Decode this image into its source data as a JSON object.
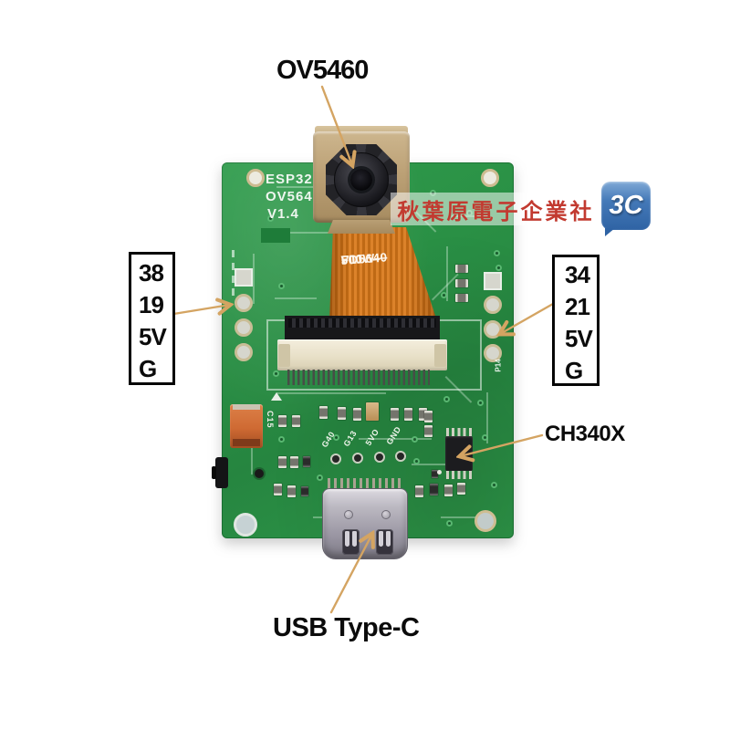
{
  "annotations": {
    "camera_label": "OV5460",
    "chip_label": "CH340X",
    "usb_label": "USB Type-C",
    "left_pinout": [
      "38",
      "19",
      "5V",
      "G"
    ],
    "right_pinout": [
      "34",
      "21",
      "5V",
      "G"
    ]
  },
  "board": {
    "silkscreen": {
      "line1": "ESP32",
      "line2": "OV564",
      "line3": "V1.4"
    },
    "flex_cable": [
      "FD5640",
      "500W—",
      "V11"
    ],
    "header_pins": [
      "G40",
      "G13",
      "5VO",
      "GND"
    ],
    "cap_ref": "C15",
    "edge_ref": "P14"
  },
  "watermark": {
    "text": "秋葉原電子企業社",
    "badge": "3C"
  },
  "colors": {
    "pcb_green": "#2e9a4b",
    "arrow_tan": "#d4a462",
    "watermark_red": "#c23a30",
    "badge_blue": "#3a72b4",
    "flex_orange": "#d97818"
  }
}
